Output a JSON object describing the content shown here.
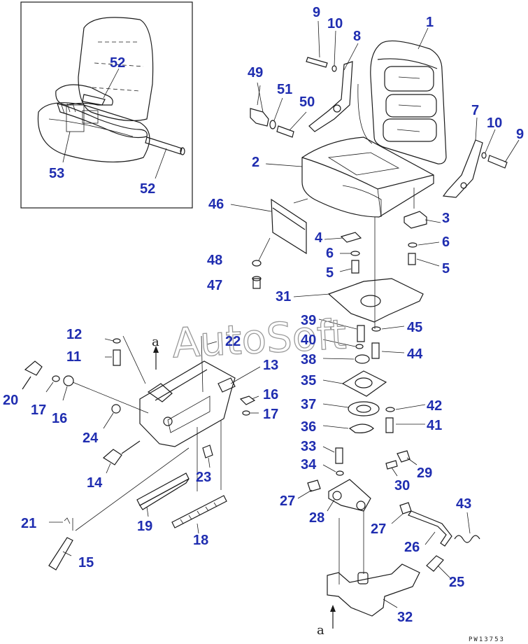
{
  "labels": [
    {
      "id": "p52a",
      "text": "52"
    },
    {
      "id": "p53",
      "text": "53"
    },
    {
      "id": "p52b",
      "text": "52"
    },
    {
      "id": "p9a",
      "text": "9"
    },
    {
      "id": "p10a",
      "text": "10"
    },
    {
      "id": "p8",
      "text": "8"
    },
    {
      "id": "p1",
      "text": "1"
    },
    {
      "id": "p49",
      "text": "49"
    },
    {
      "id": "p51",
      "text": "51"
    },
    {
      "id": "p50",
      "text": "50"
    },
    {
      "id": "p7",
      "text": "7"
    },
    {
      "id": "p10b",
      "text": "10"
    },
    {
      "id": "p9b",
      "text": "9"
    },
    {
      "id": "p2",
      "text": "2"
    },
    {
      "id": "p46",
      "text": "46"
    },
    {
      "id": "p3",
      "text": "3"
    },
    {
      "id": "p4",
      "text": "4"
    },
    {
      "id": "p6a",
      "text": "6"
    },
    {
      "id": "p6b",
      "text": "6"
    },
    {
      "id": "p48",
      "text": "48"
    },
    {
      "id": "p5a",
      "text": "5"
    },
    {
      "id": "p5b",
      "text": "5"
    },
    {
      "id": "p47",
      "text": "47"
    },
    {
      "id": "p31",
      "text": "31"
    },
    {
      "id": "p39",
      "text": "39"
    },
    {
      "id": "p45",
      "text": "45"
    },
    {
      "id": "p12",
      "text": "12"
    },
    {
      "id": "p22",
      "text": "22"
    },
    {
      "id": "p40",
      "text": "40"
    },
    {
      "id": "p11",
      "text": "11"
    },
    {
      "id": "p44",
      "text": "44"
    },
    {
      "id": "p38",
      "text": "38"
    },
    {
      "id": "p13",
      "text": "13"
    },
    {
      "id": "p35",
      "text": "35"
    },
    {
      "id": "p20",
      "text": "20"
    },
    {
      "id": "p16a",
      "text": "16"
    },
    {
      "id": "p17a",
      "text": "17"
    },
    {
      "id": "p16b",
      "text": "16"
    },
    {
      "id": "p17b",
      "text": "17"
    },
    {
      "id": "p37",
      "text": "37"
    },
    {
      "id": "p42",
      "text": "42"
    },
    {
      "id": "p24",
      "text": "24"
    },
    {
      "id": "p36",
      "text": "36"
    },
    {
      "id": "p41",
      "text": "41"
    },
    {
      "id": "p33",
      "text": "33"
    },
    {
      "id": "p29",
      "text": "29"
    },
    {
      "id": "p34",
      "text": "34"
    },
    {
      "id": "p23",
      "text": "23"
    },
    {
      "id": "p14",
      "text": "14"
    },
    {
      "id": "p30",
      "text": "30"
    },
    {
      "id": "p27a",
      "text": "27"
    },
    {
      "id": "p43",
      "text": "43"
    },
    {
      "id": "p28",
      "text": "28"
    },
    {
      "id": "p21",
      "text": "21"
    },
    {
      "id": "p19",
      "text": "19"
    },
    {
      "id": "p27b",
      "text": "27"
    },
    {
      "id": "p26",
      "text": "26"
    },
    {
      "id": "p18",
      "text": "18"
    },
    {
      "id": "p15",
      "text": "15"
    },
    {
      "id": "p25",
      "text": "25"
    },
    {
      "id": "p32",
      "text": "32"
    }
  ],
  "section_marks": {
    "top": "a",
    "bottom": "a"
  },
  "watermark": "AutoSoft",
  "figure_code": "PW13753"
}
